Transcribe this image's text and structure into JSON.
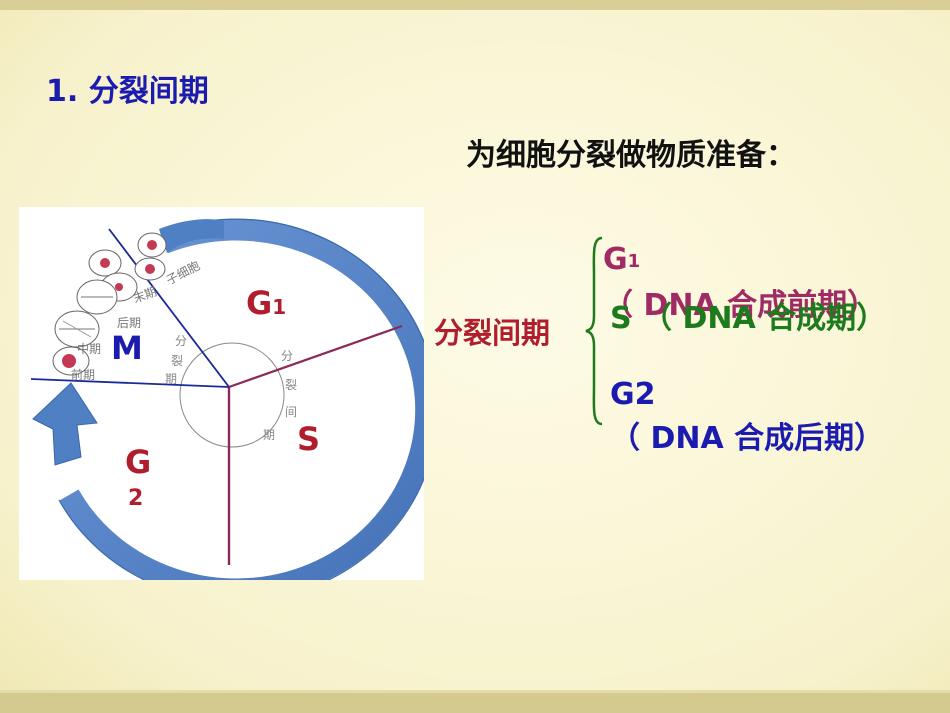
{
  "title": "1. 分裂间期",
  "subtitle": "为细胞分裂做物质准备：",
  "diagram": {
    "labels": {
      "g1": "G",
      "g1_sub": "1",
      "m": "M",
      "s": "S",
      "g2_top": "G",
      "g2_bottom": "2"
    },
    "cn_labels": {
      "interphase": [
        "分",
        "裂",
        "间",
        "期"
      ],
      "division": [
        "分",
        "裂",
        "期"
      ],
      "prophase": "前期",
      "metaphase": "中期",
      "anaphase": "后期",
      "telophase": "末期",
      "daughter_cells": "子细胞"
    },
    "colors": {
      "arrow": "#4f80c4",
      "arrow_edge": "#3a67aa",
      "divider": "#8a2a5a",
      "g1_label": "#b01e2d",
      "m_label": "#1b1bb0",
      "s_label": "#b01e2d",
      "g2_label": "#b01e2d"
    }
  },
  "interphase_label": "分裂间期",
  "phases": {
    "g1": {
      "symbol": "G",
      "symbol_sub": "1",
      "text": " （ DNA 合成前期）"
    },
    "s": {
      "symbol": "S",
      "text": " （ DNA 合成期）"
    },
    "g2": {
      "symbol": "G2",
      "text": " （ DNA 合成后期）"
    }
  },
  "colors": {
    "title": "#1b1bb0",
    "interphase_label": "#b01e2d",
    "g1_row": "#a02a64",
    "s_row": "#1d7a1d",
    "g2_row": "#1b1bb0",
    "brace": "#1d7a1d"
  }
}
